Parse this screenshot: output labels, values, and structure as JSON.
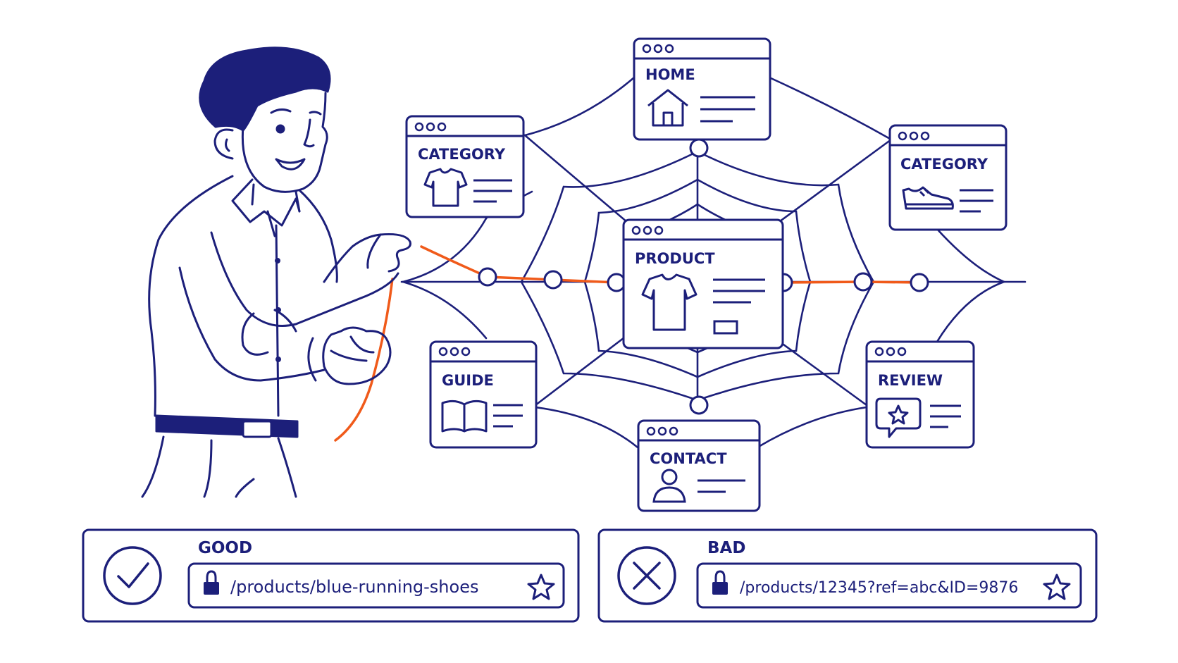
{
  "colors": {
    "ink": "#1c1f7a",
    "accent": "#f05a1a",
    "background": "#ffffff"
  },
  "pages": {
    "home": {
      "title": "HOME",
      "icon": "house-icon"
    },
    "category_left": {
      "title": "CATEGORY",
      "icon": "tshirt-icon"
    },
    "category_right": {
      "title": "CATEGORY",
      "icon": "sneaker-icon"
    },
    "product": {
      "title": "PRODUCT",
      "icon": "tshirt-icon"
    },
    "guide": {
      "title": "GUIDE",
      "icon": "book-icon"
    },
    "review": {
      "title": "REVIEW",
      "icon": "star-chat-icon"
    },
    "contact": {
      "title": "CONTACT",
      "icon": "person-icon"
    }
  },
  "url_examples": {
    "good": {
      "label": "GOOD",
      "url": "/products/blue-running-shoes",
      "status_icon": "checkmark-icon"
    },
    "bad": {
      "label": "BAD",
      "url": "/products/12345?ref=abc&ID=9876",
      "status_icon": "cross-icon"
    }
  }
}
